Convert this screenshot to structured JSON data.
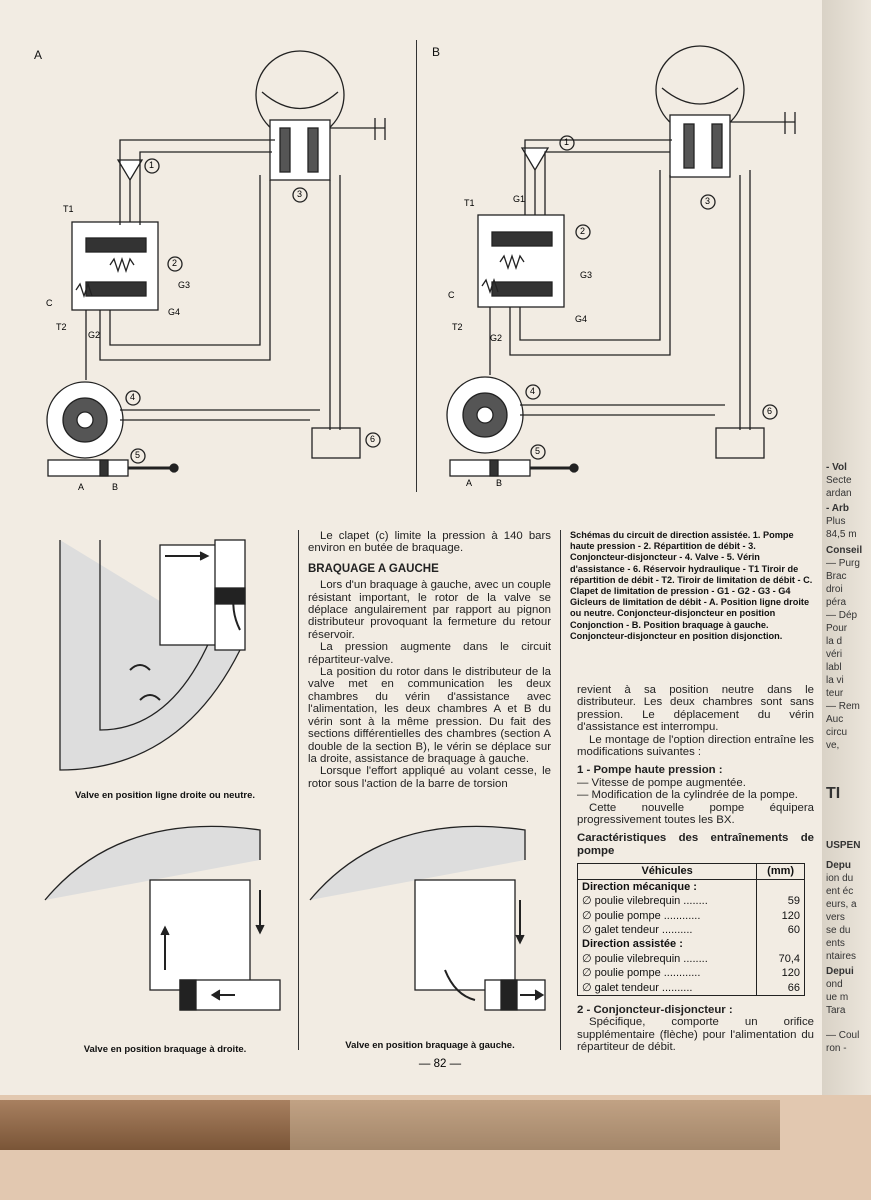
{
  "figure": {
    "label_a": "A",
    "label_b": "B",
    "callouts": [
      "1",
      "2",
      "3",
      "4",
      "5",
      "6"
    ],
    "parts": {
      "t1": "T1",
      "t2": "T2",
      "c": "C",
      "g1": "G1",
      "g2": "G2",
      "g3": "G3",
      "g4": "G4",
      "a": "A",
      "b": "B"
    }
  },
  "captions": {
    "neutral": "Valve en position ligne droite ou neutre.",
    "right": "Valve en position braquage à droite.",
    "left": "Valve en position braquage à gauche."
  },
  "col_middle": {
    "intro": "Le clapet (c) limite la pression à 140 bars environ en butée de braquage.",
    "heading": "BRAQUAGE A GAUCHE",
    "p1": "Lors d'un braquage à gauche, avec un couple résistant important, le rotor de la valve se déplace angulairement par rapport au pignon distributeur provoquant la fermeture du retour réservoir.",
    "p2": "La pression augmente dans le circuit répartiteur-valve.",
    "p3": "La position du rotor dans le distributeur de la valve met en communication les deux chambres du vérin d'assistance avec l'alimentation, les deux chambres A et B du vérin sont à la même pression. Du fait des sections différentielles des chambres (section A double de la section B), le vérin se déplace sur la droite, assistance de braquage à gauche.",
    "p4": "Lorsque l'effort appliqué au volant cesse, le rotor sous l'action de la barre de torsion"
  },
  "legend": "Schémas du circuit de direction assistée. 1. Pompe haute pression - 2. Répartition de débit - 3. Conjoncteur-disjoncteur - 4. Valve - 5. Vérin d'assistance - 6. Réservoir hydraulique - T1 Tiroir de répartition de débit - T2. Tiroir de limitation de débit - C. Clapet de limitation de pression - G1 - G2 - G3 - G4 Gicleurs de limitation de débit - A. Position ligne droite ou neutre. Conjoncteur-disjoncteur en position Conjonction - B. Position braquage à gauche. Conjoncteur-disjoncteur en position disjonction.",
  "col_right": {
    "p1": "revient à sa position neutre dans le distributeur. Les deux chambres sont sans pression. Le déplacement du vérin d'assistance est interrompu.",
    "p2": "Le montage de l'option direction entraîne les modifications suivantes :",
    "h1": "1 - Pompe haute pression :",
    "b1": "— Vitesse de pompe augmentée.",
    "b2": "— Modification de la cylindrée de la pompe.",
    "p3": "Cette nouvelle pompe équipera progressivement toutes les BX.",
    "table_title": "Caractéristiques des entraînements de pompe",
    "table_head": [
      "Véhicules",
      "(mm)"
    ],
    "group1": "Direction mécanique :",
    "rows1": [
      [
        "∅ poulie vilebrequin ........",
        "59"
      ],
      [
        "∅ poulie pompe ............",
        "120"
      ],
      [
        "∅ galet tendeur ..........",
        "60"
      ]
    ],
    "group2": "Direction assistée :",
    "rows2": [
      [
        "∅ poulie vilebrequin ........",
        "70,4"
      ],
      [
        "∅ poulie pompe ............",
        "120"
      ],
      [
        "∅ galet tendeur ..........",
        "66"
      ]
    ],
    "h2": "2 - Conjoncteur-disjoncteur :",
    "p4": "Spécifique, comporte un orifice supplémentaire (flèche) pour l'alimentation du répartiteur de débit."
  },
  "page_number": "— 82 —",
  "edge_fragments": [
    "- Vol",
    "Secte",
    "ardan",
    "- Arb",
    "Plus",
    "84,5 m",
    "Conseil",
    "— Purg",
    "Brac",
    "droi",
    "péra",
    "— Dép",
    "Pour",
    "la d",
    "véri",
    "labl",
    "la vi",
    "teur",
    "— Rem",
    "Auc",
    "circu",
    "ve,",
    "TI",
    "USPEN",
    "Depu",
    "ion du",
    "ent éc",
    "eurs, a",
    "vers",
    "se du",
    "ents",
    "ntaires",
    "Depui",
    "ond",
    "ue m",
    "Tara",
    "— Coul",
    "ron -"
  ]
}
